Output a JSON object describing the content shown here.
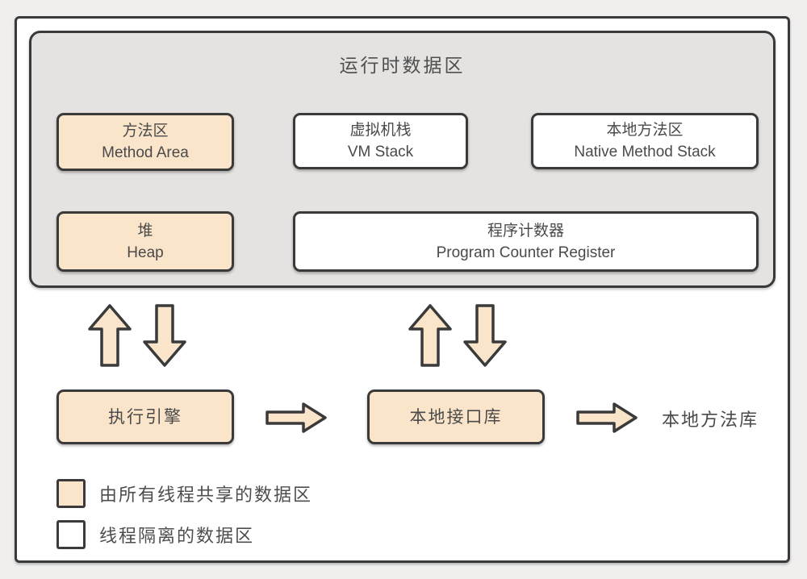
{
  "colors": {
    "page_background": "#f0efee",
    "frame_background": "#ffffff",
    "border": "#3a3a3a",
    "runtime_container_fill": "#e4e3e1",
    "shared_fill": "#fae5cb",
    "isolated_fill": "#ffffff",
    "text": "#4a4a4a"
  },
  "runtime": {
    "title": "运行时数据区",
    "boxes": [
      {
        "id": "method-area",
        "zh": "方法区",
        "en": "Method Area",
        "type": "shared"
      },
      {
        "id": "vm-stack",
        "zh": "虚拟机栈",
        "en": "VM Stack",
        "type": "isolated"
      },
      {
        "id": "native-method-stack",
        "zh": "本地方法区",
        "en": "Native Method Stack",
        "type": "isolated"
      },
      {
        "id": "heap",
        "zh": "堆",
        "en": "Heap",
        "type": "shared"
      },
      {
        "id": "pc-register",
        "zh": "程序计数器",
        "en": "Program Counter Register",
        "type": "isolated"
      }
    ]
  },
  "flow": {
    "execution_engine": "执行引擎",
    "native_interface_library": "本地接口库",
    "native_method_library": "本地方法库"
  },
  "legend": {
    "items": [
      {
        "swatch": "shared",
        "label": "由所有线程共享的数据区"
      },
      {
        "swatch": "isolated",
        "label": "线程隔离的数据区"
      }
    ]
  },
  "icons": {
    "up_arrow": "↑",
    "down_arrow": "↓",
    "right_arrow": "→"
  }
}
